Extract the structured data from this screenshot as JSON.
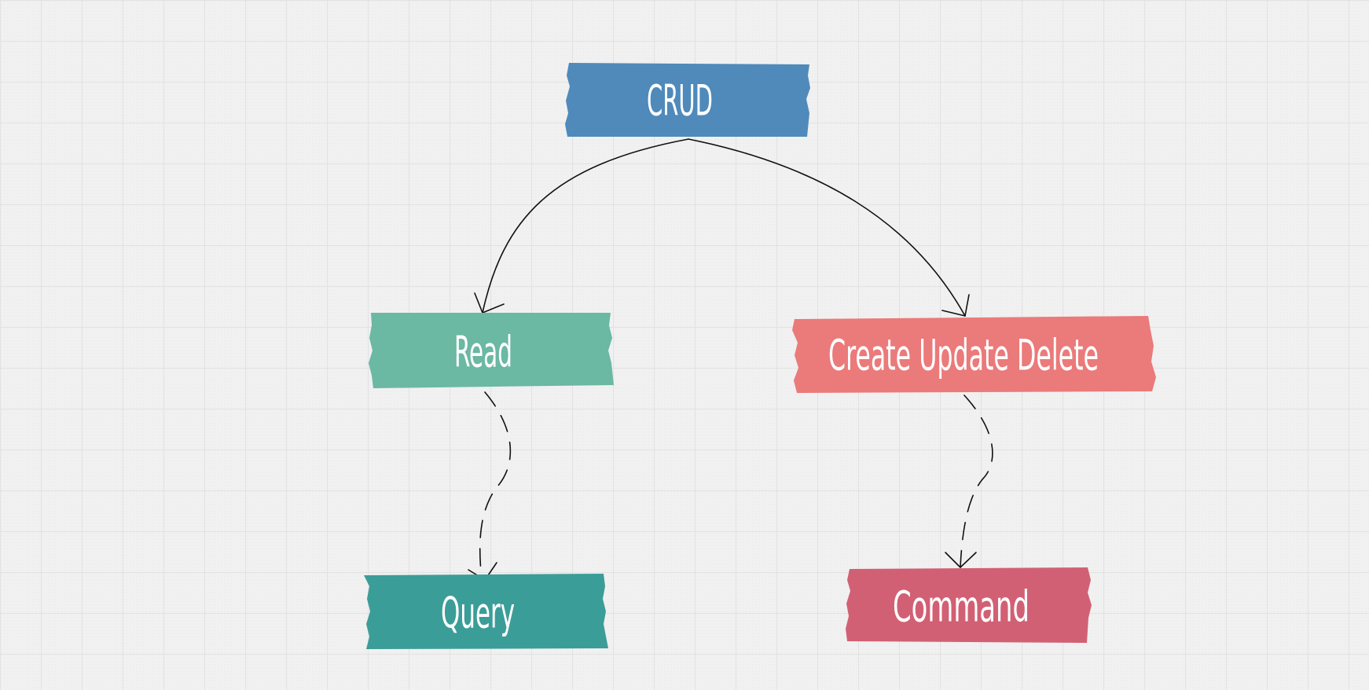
{
  "diagram": {
    "nodes": [
      {
        "id": "crud",
        "label": "CRUD",
        "color": "#4f8abb"
      },
      {
        "id": "read",
        "label": "Read",
        "color": "#6bb8a3"
      },
      {
        "id": "cud",
        "label": "Create Update Delete",
        "color": "#eb7a7a"
      },
      {
        "id": "query",
        "label": "Query",
        "color": "#3b9d98"
      },
      {
        "id": "command",
        "label": "Command",
        "color": "#d26074"
      }
    ],
    "edges": [
      {
        "from": "crud",
        "to": "read",
        "style": "solid"
      },
      {
        "from": "crud",
        "to": "cud",
        "style": "solid"
      },
      {
        "from": "read",
        "to": "query",
        "style": "dashed"
      },
      {
        "from": "cud",
        "to": "command",
        "style": "dashed"
      }
    ]
  }
}
